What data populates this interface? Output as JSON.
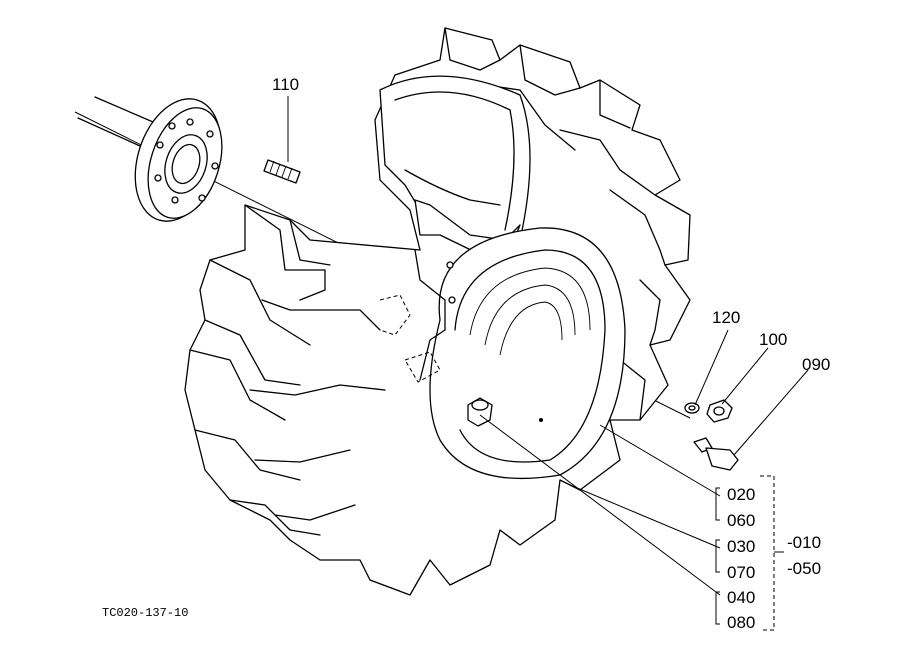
{
  "diagram": {
    "drawing_code": "TC020-137-10",
    "parts": {
      "p110": "110",
      "p120": "120",
      "p100": "100",
      "p090": "090",
      "p020": "020",
      "p060": "060",
      "p030": "030",
      "p070": "070",
      "p040": "040",
      "p080": "080",
      "p010": "-010",
      "p050": "-050"
    }
  }
}
